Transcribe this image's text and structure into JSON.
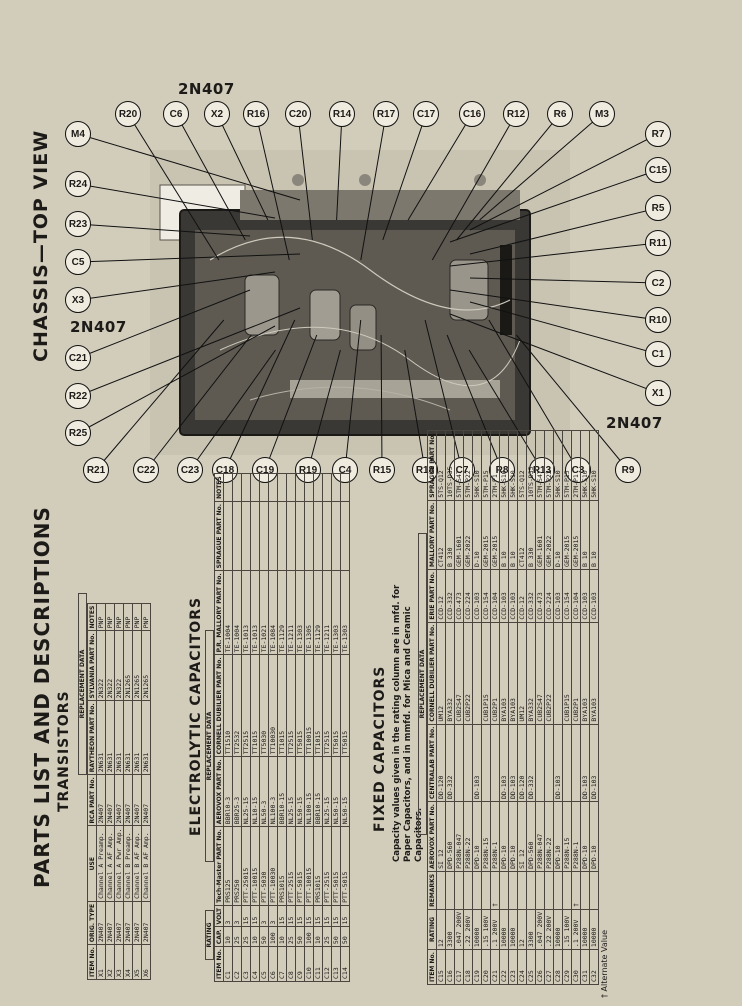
{
  "chassis": {
    "title": "CHASSIS—TOP VIEW",
    "transistor_labels": [
      "2N407",
      "2N407",
      "2N407"
    ],
    "callouts_top": [
      "R20",
      "C6",
      "X2",
      "R16",
      "C20",
      "R14",
      "R17",
      "C17",
      "C16",
      "R12",
      "R6",
      "M3"
    ],
    "callouts_left": [
      "M4",
      "R24",
      "R23",
      "C5",
      "X3",
      "C21",
      "R22",
      "R25"
    ],
    "callouts_right": [
      "R7",
      "C15",
      "R5",
      "R11",
      "C2",
      "R10",
      "C1",
      "X1"
    ],
    "callouts_bottom": [
      "R21",
      "C22",
      "C23",
      "C18",
      "C19",
      "R19",
      "C4",
      "R15",
      "R18",
      "C7",
      "R8",
      "R13",
      "C3",
      "R9"
    ]
  },
  "parts": {
    "title": "PARTS LIST AND DESCRIPTIONS",
    "transistors": {
      "title": "TRANSISTORS",
      "group_header": "REPLACEMENT DATA",
      "headers": [
        "ITEM No.",
        "ORIG. TYPE",
        "USE",
        "RCA PART No.",
        "RAYTHEON PART No.",
        "SYLVANIA PART No.",
        "NOTES"
      ],
      "rows": [
        [
          "X1",
          "2N407",
          "Channel A Preamp.",
          "2N407",
          "2N631",
          "2N322",
          "PNP"
        ],
        [
          "X2",
          "2N407",
          "Channel A AF Amp.",
          "2N407",
          "2N631",
          "2N322",
          "PNP"
        ],
        [
          "X3",
          "2N407",
          "Channel A Pwr Amp.",
          "2N407",
          "2N631",
          "2N322",
          "PNP"
        ],
        [
          "X4",
          "2N407",
          "Channel B Preamp.",
          "2N407",
          "2N631",
          "2N1265",
          "PNP"
        ],
        [
          "X5",
          "2N407",
          "Channel B AF Amp.",
          "2N407",
          "2N631",
          "2N1265",
          "PNP"
        ],
        [
          "X6",
          "2N407",
          "Channel B AF Amp.",
          "2N407",
          "2N631",
          "2N1265",
          "PNP"
        ]
      ]
    },
    "electrolytic": {
      "title": "ELECTROLYTIC CAPACITORS",
      "rating_header": "RATING",
      "group_header": "REPLACEMENT DATA",
      "headers": [
        "ITEM No.",
        "CAP.",
        "VOLT",
        "Tech-Master PART No.",
        "AEROVOX PART No.",
        "CORNELL DUBILIER PART No.",
        "P.R. MALLORY PART No.",
        "SPRAGUE PART No.",
        "NOTES"
      ],
      "rows": [
        [
          "C1",
          "10",
          "3",
          "PRS125",
          "BBRl0-3",
          "TT1510",
          "TE-1004"
        ],
        [
          "C2",
          "25",
          "3",
          "PRS250",
          "BBR25-3",
          "TT2532",
          "TE-1004"
        ],
        [
          "C3",
          "25",
          "15",
          "PTT-25015",
          "NL25-15",
          "TT2515",
          "TE-1013"
        ],
        [
          "C4",
          "10",
          "15",
          "PTT-10015",
          "NL10-15",
          "TT1015",
          "TE-1013"
        ],
        [
          "C5",
          "50",
          "3",
          "PTT-5030",
          "NL50-3",
          "TT5030",
          "TE-1021"
        ],
        [
          "C6",
          "100",
          "3",
          "PTT-10030",
          "NL100-3",
          "TT10030",
          "TE-1084"
        ],
        [
          "C7",
          "10",
          "15",
          "PRS1015",
          "BBR10-15",
          "TT1015",
          "TE-1129"
        ],
        [
          "C8",
          "25",
          "15",
          "PTT-2515",
          "NL25-15",
          "TT2515",
          "TE-1211"
        ],
        [
          "C9",
          "50",
          "15",
          "PTT-5015",
          "NL50-15",
          "TT5015",
          "TE-1303"
        ],
        [
          "C10",
          "100",
          "15",
          "PTT-10015",
          "NL100-15",
          "TT10015",
          "TE-1305"
        ],
        [
          "C11",
          "10",
          "15",
          "PRS1015",
          "BBR10-15",
          "TT1015",
          "TE-1129"
        ],
        [
          "C12",
          "25",
          "15",
          "PTT-2515",
          "NL25-15",
          "TT2515",
          "TE-1211"
        ],
        [
          "C13",
          "50",
          "15",
          "PTT-5015",
          "NL50-15",
          "TT5015",
          "TE-1303"
        ],
        [
          "C14",
          "50",
          "15",
          "PTT-5015",
          "NL50-15",
          "TT5015",
          "TE-1303"
        ]
      ]
    },
    "fixed": {
      "title": "FIXED CAPACITORS",
      "note": "Capacity values given in the rating column are in mfd. for Paper Capacitors, and in mmfd. for Mica and Ceramic Capacitors.",
      "group_header": "REPLACEMENT DATA",
      "headers": [
        "ITEM No.",
        "RATING",
        "REMARKS",
        "AEROVOX PART No.",
        "CENTRALAB PART No.",
        "CORNELL DUBILIER PART No.",
        "ERIE PART No.",
        "MALLORY PART No.",
        "SPRAGUE PART No."
      ],
      "rows": [
        [
          "C15",
          "12",
          "",
          "SI 12",
          "DD-120",
          "UM12",
          "CCD-12",
          "CT412",
          "5TS-Q12"
        ],
        [
          "C16",
          "3300",
          "",
          "DPD-560",
          "DD-332",
          "BYA332",
          "CCD-332",
          "B 330",
          "10TS-D35"
        ],
        [
          "C17",
          ".047 200V",
          "",
          "P288N-047",
          "",
          "CUB2S47",
          "CCD-473",
          "GEM-1601",
          "5TM-S47"
        ],
        [
          "C18",
          ".22 200V",
          "",
          "P288N-22",
          "",
          "CUB2P22",
          "CCD-224",
          "GEM-2022",
          "5TM-P22"
        ],
        [
          "C19",
          "10000",
          "",
          "DPD-10",
          "DD-103",
          "",
          "CCD-103",
          "D-10",
          "5HK-S10"
        ],
        [
          "C20",
          ".15 100V",
          "",
          "P288N-15",
          "",
          "CUB1P15",
          "CCD-154",
          "GEM-2015",
          "5TM-P15"
        ],
        [
          "C21",
          ".1 200V",
          "†",
          "P288N-1",
          "",
          "CUB2P1",
          "CCD-104",
          "GEM-2015",
          "2TM-P1"
        ],
        [
          "C22",
          "10000",
          "",
          "DPD-10",
          "DD-103",
          "BYA103",
          "CCD-103",
          "B 10",
          "5HK-S10"
        ],
        [
          "C23",
          "10000",
          "",
          "DPD-10",
          "DD-103",
          "BYA103",
          "CCD-103",
          "B 10",
          "5HK-S10"
        ],
        [
          "C24",
          "12",
          "",
          "SI 12",
          "DD-120",
          "UM12",
          "CCD-12",
          "CT412",
          "5TS-Q12"
        ],
        [
          "C25",
          "3300",
          "",
          "DPD-560",
          "DD-332",
          "BYA332",
          "CCD-332",
          "B 330",
          "10TS-D35"
        ],
        [
          "C26",
          ".047 200V",
          "",
          "P288N-047",
          "",
          "CUB2S47",
          "CCD-473",
          "GEM-1601",
          "5TM-S47"
        ],
        [
          "C27",
          ".22 200V",
          "",
          "P288N-22",
          "",
          "CUB2P22",
          "CCD-224",
          "GEM-2022",
          "5TM-P22"
        ],
        [
          "C28",
          "10000",
          "",
          "DPD-10",
          "DD-103",
          "",
          "CCD-103",
          "D-10",
          "5HK-S10"
        ],
        [
          "C29",
          ".15 100V",
          "",
          "P288N-15",
          "",
          "CUB1P15",
          "CCD-154",
          "GEM-2015",
          "5TM-P15"
        ],
        [
          "C30",
          ".1 200V",
          "†",
          "P288N-1",
          "",
          "CUB2P1",
          "CCD-104",
          "GEM-2015",
          "2TM-P1"
        ],
        [
          "C31",
          "10000",
          "",
          "DPD-10",
          "DD-103",
          "BYA103",
          "CCD-103",
          "B 10",
          "5HK-S10"
        ],
        [
          "C32",
          "10000",
          "",
          "DPD-10",
          "DD-103",
          "BYA103",
          "CCD-103",
          "B 10",
          "5HK-S10"
        ]
      ],
      "footnote": "† Alternate Value"
    }
  }
}
